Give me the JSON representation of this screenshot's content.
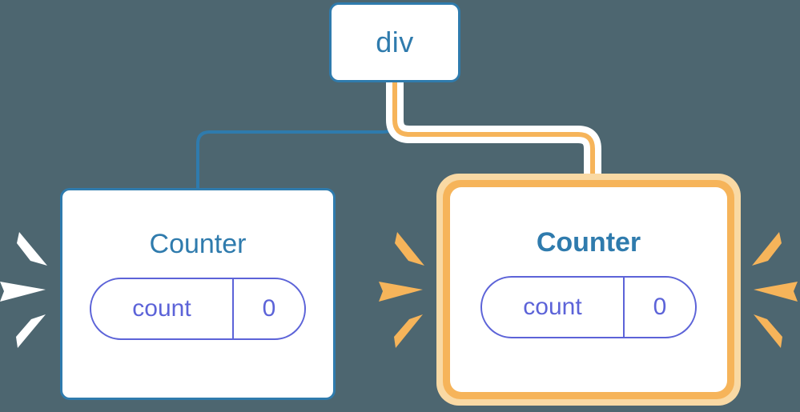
{
  "diagram": {
    "title": "React component tree re-render highlight",
    "background_color": "#4d6670",
    "nodes": [
      {
        "id": "div",
        "label": "div",
        "type": "element",
        "border_color": "#2f7bad",
        "text_color": "#2f7bad",
        "highlighted": false
      },
      {
        "id": "counter-left",
        "label": "Counter",
        "type": "component",
        "border_color": "#2f7bad",
        "text_color": "#2f7bad",
        "highlighted": false,
        "state": {
          "key": "count",
          "value": "0",
          "color": "#5c63d8"
        }
      },
      {
        "id": "counter-right",
        "label": "Counter",
        "type": "component",
        "border_color": "#f6b45a",
        "text_color": "#2f7bad",
        "highlighted": true,
        "state": {
          "key": "count",
          "value": "0",
          "color": "#5c63d8"
        }
      }
    ],
    "edges": [
      {
        "from": "div",
        "to": "counter-left",
        "color": "#2f7bad",
        "highlighted": false
      },
      {
        "from": "div",
        "to": "counter-right",
        "color": "#f6b45a",
        "highlighted": true
      }
    ],
    "sparkles": [
      {
        "id": "left-counter-rays",
        "color": "#ffffff",
        "count": 3
      },
      {
        "id": "right-counter-rays-left",
        "color": "#f6b45a",
        "count": 3
      },
      {
        "id": "right-counter-rays-right",
        "color": "#f6b45a",
        "count": 3
      }
    ],
    "colors": {
      "background": "#4d6670",
      "blue": "#2f7bad",
      "orange": "#f6b45a",
      "orange_glow": "#f9d9a4",
      "purple": "#5c63d8",
      "white": "#ffffff"
    }
  }
}
